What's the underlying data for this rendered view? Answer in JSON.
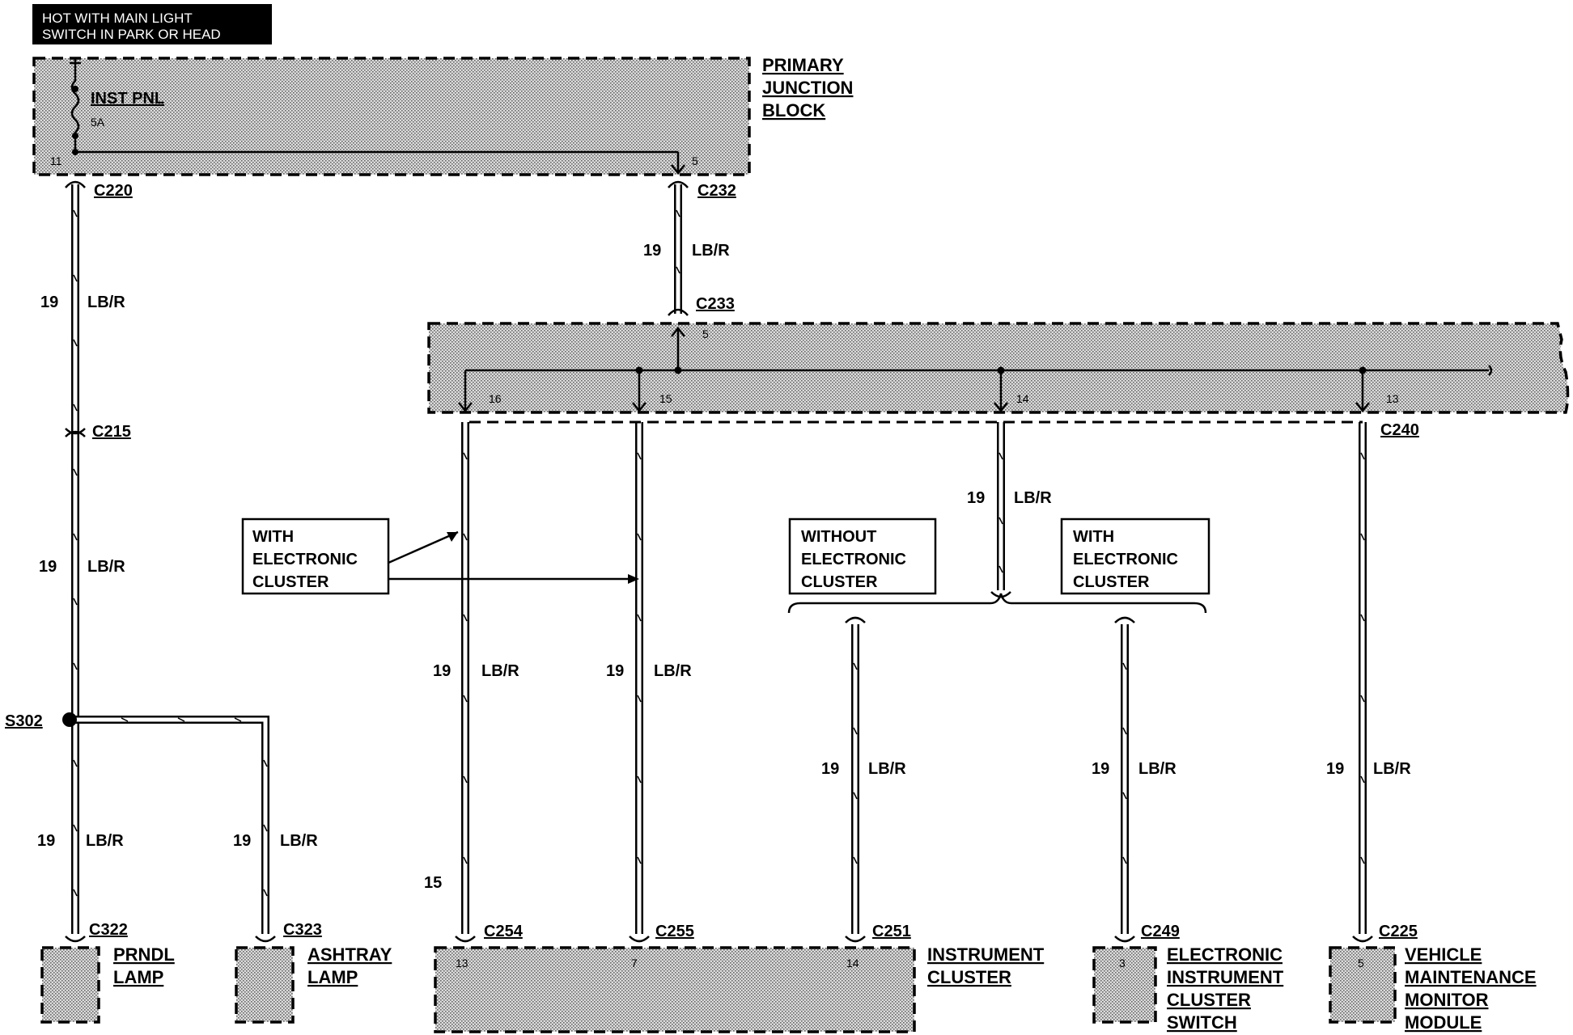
{
  "header_note": {
    "line1": "HOT WITH MAIN LIGHT",
    "line2": "SWITCH IN PARK OR HEAD"
  },
  "primary_junction_block": {
    "label_line1": "PRIMARY",
    "label_line2": "JUNCTION",
    "label_line3": "BLOCK",
    "fuse_name": "INST PNL",
    "fuse_rating": "5A",
    "pin_in": "11",
    "pin_out": "5"
  },
  "splice_block": {
    "pin_top": "5",
    "pins": [
      "16",
      "15",
      "14",
      "13"
    ]
  },
  "connectors": {
    "c220": "C220",
    "c232": "C232",
    "c233": "C233",
    "c215": "C215",
    "c240": "C240",
    "c322": "C322",
    "c323": "C323",
    "c254": "C254",
    "c255": "C255",
    "c251": "C251",
    "c249": "C249",
    "c225": "C225"
  },
  "splice": "S302",
  "wire": {
    "gauge": "19",
    "color": "LB/R"
  },
  "wire_pin_note": "15",
  "notes": {
    "with_line1": "WITH",
    "with_line2": "ELECTRONIC",
    "with_line3": "CLUSTER",
    "without_line1": "WITHOUT",
    "without_line2": "ELECTRONIC",
    "without_line3": "CLUSTER"
  },
  "components": {
    "prndl_1": "PRNDL",
    "prndl_2": "LAMP",
    "ashtray_1": "ASHTRAY",
    "ashtray_2": "LAMP",
    "cluster_1": "INSTRUMENT",
    "cluster_2": "CLUSTER",
    "cluster_pins": [
      "13",
      "7",
      "14"
    ],
    "eic_1": "ELECTRONIC",
    "eic_2": "INSTRUMENT",
    "eic_3": "CLUSTER",
    "eic_4": "SWITCH",
    "eic_pin": "3",
    "vmm_1": "VEHICLE",
    "vmm_2": "MAINTENANCE",
    "vmm_3": "MONITOR",
    "vmm_4": "MODULE",
    "vmm_pin": "5"
  }
}
